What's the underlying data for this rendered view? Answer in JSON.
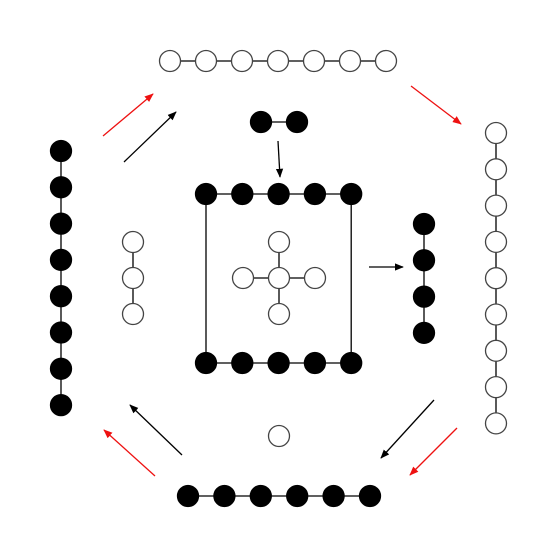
{
  "colors": {
    "background": "#ffffff",
    "filled_node": "#000000",
    "empty_node": "#ffffff",
    "node_outline": "#444444",
    "edge": "#000000",
    "arrow_black": "#000000",
    "arrow_red": "#ee1111"
  },
  "groups": [
    {
      "name": "chain-top-empty",
      "fill": "empty",
      "kind": "horizontal-chain",
      "count": 7
    },
    {
      "name": "chain-right-empty",
      "fill": "empty",
      "kind": "vertical-chain",
      "count": 9
    },
    {
      "name": "chain-bottom-filled",
      "fill": "filled",
      "kind": "horizontal-chain",
      "count": 6
    },
    {
      "name": "chain-left-filled",
      "fill": "filled",
      "kind": "vertical-chain",
      "count": 8
    },
    {
      "name": "pair-top-filled",
      "fill": "filled",
      "kind": "horizontal-chain",
      "count": 2
    },
    {
      "name": "chain-inner-left-empty",
      "fill": "empty",
      "kind": "vertical-chain",
      "count": 3
    },
    {
      "name": "chain-inner-right-filled",
      "fill": "filled",
      "kind": "vertical-chain",
      "count": 4
    },
    {
      "name": "single-bottom-empty",
      "fill": "empty",
      "kind": "single",
      "count": 1
    },
    {
      "name": "box-top-row-filled",
      "fill": "filled",
      "kind": "horizontal-chain",
      "count": 5
    },
    {
      "name": "box-bottom-row-filled",
      "fill": "filled",
      "kind": "horizontal-chain",
      "count": 5
    },
    {
      "name": "cross-center-empty",
      "fill": "empty",
      "kind": "plus",
      "count": 5
    }
  ],
  "arrows": [
    {
      "name": "arrow-black-upper-left",
      "color": "black"
    },
    {
      "name": "arrow-red-upper-left",
      "color": "red"
    },
    {
      "name": "arrow-red-upper-right",
      "color": "red"
    },
    {
      "name": "arrow-black-lower-right",
      "color": "black"
    },
    {
      "name": "arrow-red-lower-right",
      "color": "red"
    },
    {
      "name": "arrow-black-lower-left",
      "color": "black"
    },
    {
      "name": "arrow-red-lower-left",
      "color": "red"
    },
    {
      "name": "arrow-black-pair-down",
      "color": "black"
    },
    {
      "name": "arrow-black-box-right",
      "color": "black"
    }
  ]
}
